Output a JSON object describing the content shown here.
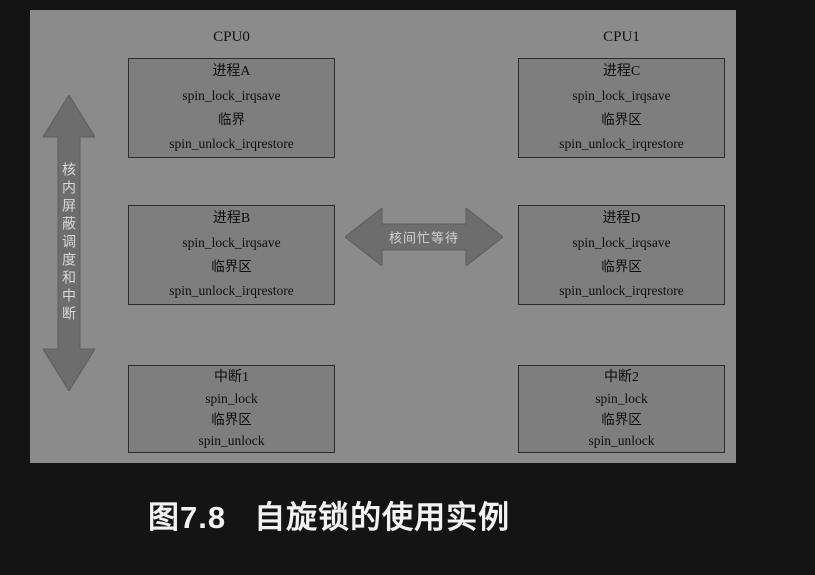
{
  "panel": {
    "cpu0_label": "CPU0",
    "cpu1_label": "CPU1"
  },
  "arrows": {
    "vertical_label": "核内屏蔽调度和中断",
    "horizontal_label": "核间忙等待"
  },
  "boxes": [
    {
      "title": "进程A",
      "lines": [
        "spin_lock_irqsave",
        "临界",
        "spin_unlock_irqrestore"
      ]
    },
    {
      "title": "进程B",
      "lines": [
        "spin_lock_irqsave",
        "临界区",
        "spin_unlock_irqrestore"
      ]
    },
    {
      "title": "中断1",
      "lines": [
        "spin_lock",
        "临界区",
        "spin_unlock"
      ]
    },
    {
      "title": "进程C",
      "lines": [
        "spin_lock_irqsave",
        "临界区",
        "spin_unlock_irqrestore"
      ]
    },
    {
      "title": "进程D",
      "lines": [
        "spin_lock_irqsave",
        "临界区",
        "spin_unlock_irqrestore"
      ]
    },
    {
      "title": "中断2",
      "lines": [
        "spin_lock",
        "临界区",
        "spin_unlock"
      ]
    }
  ],
  "caption": {
    "number": "图7.8",
    "title": "自旋锁的使用实例"
  },
  "colors": {
    "page_bg": "#141414",
    "panel_bg": "#8b8b8b",
    "box_bg": "#7e7e7e",
    "arrow_fill": "#6d6d6d",
    "caption_color": "#f2f2f2"
  }
}
